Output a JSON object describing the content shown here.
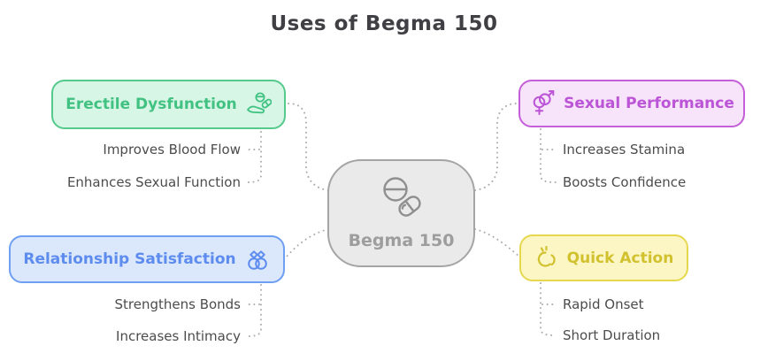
{
  "title": "Uses of Begma 150",
  "center": {
    "label": "Begma 150",
    "icon": "pills-icon"
  },
  "branches": [
    {
      "id": "erectile-dysfunction",
      "label": "Erectile Dysfunction",
      "icon": "hand-pills-icon",
      "side": "left",
      "color": {
        "background": "#d7f6e5",
        "border": "#55ca8c",
        "text": "#41c282"
      },
      "items": [
        "Improves Blood Flow",
        "Enhances Sexual Function"
      ]
    },
    {
      "id": "sexual-performance",
      "label": "Sexual Performance",
      "icon": "gender-symbols-icon",
      "side": "right",
      "color": {
        "background": "#f7e3fa",
        "border": "#c45ed9",
        "text": "#bb54d6"
      },
      "items": [
        "Increases Stamina",
        "Boosts Confidence"
      ]
    },
    {
      "id": "relationship-satisfaction",
      "label": "Relationship Satisfaction",
      "icon": "wedding-rings-icon",
      "side": "left",
      "color": {
        "background": "#dbe8fc",
        "border": "#6f9ff2",
        "text": "#5d8cee"
      },
      "items": [
        "Strengthens Bonds",
        "Increases Intimacy"
      ]
    },
    {
      "id": "quick-action",
      "label": "Quick Action",
      "icon": "speed-icon",
      "side": "right",
      "color": {
        "background": "#fbf6c3",
        "border": "#e6d84e",
        "text": "#d2c12f"
      },
      "items": [
        "Rapid Onset",
        "Short Duration"
      ]
    }
  ],
  "connector_color": "#adadad",
  "text_colors": {
    "title": "#3f3f44",
    "leaf": "#4c4c4c",
    "center": "#9d9d9d"
  }
}
